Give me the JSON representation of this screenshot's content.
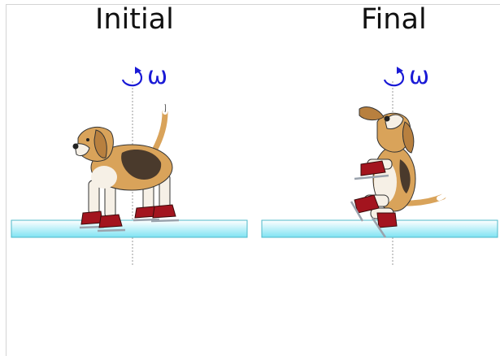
{
  "panels": [
    {
      "title": "Initial",
      "angular_velocity_label": "ω"
    },
    {
      "title": "Final",
      "angular_velocity_label": "ω"
    }
  ],
  "colors": {
    "ice_top": "#ffffff",
    "ice_bottom": "#7fe3f3",
    "ice_edge": "#4cb8c9",
    "axis": "#9a9a9a",
    "omega": "#1a1ad6",
    "skate_boot": "#a3141e",
    "dog_tan": "#d9a35a",
    "dog_patch": "#4a3a2c"
  },
  "icons": {
    "rotation": "curved-arrow-icon",
    "character": "beagle-on-ice-skates"
  }
}
